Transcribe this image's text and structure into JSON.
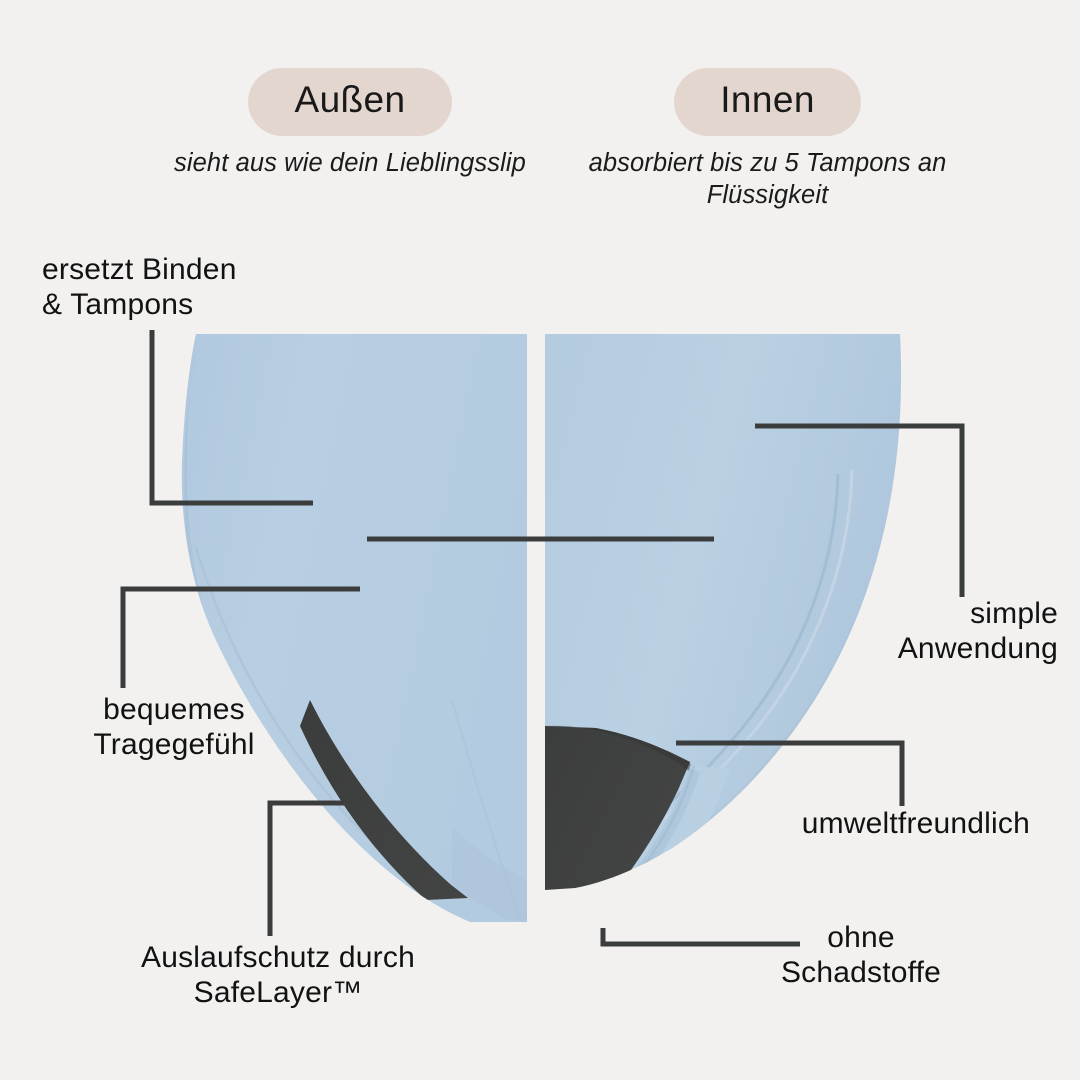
{
  "meta": {
    "background_color": "#f2f1ef",
    "fabric_color": "#b6cde1",
    "gusset_color": "#3f4040",
    "badge_color": "#e3d6cf",
    "text_color": "#121212",
    "leader_color": "#3b3c3c"
  },
  "badges": {
    "outer": {
      "pill_label": "Außen",
      "subtitle": "sieht aus wie dein\nLieblingsslip"
    },
    "inner": {
      "pill_label": "Innen",
      "subtitle": "absorbiert bis zu 5\nTampons an Flüssigkeit"
    }
  },
  "callouts": {
    "replaces": "ersetzt Binden\n& Tampons",
    "comfort": "bequemes\nTragegefühl",
    "leak_protection": "Auslaufschutz durch\nSafeLayer™",
    "simple_use": "simple\nAnwendung",
    "eco_friendly": "umweltfreundlich",
    "no_toxins": "ohne\nSchadstoffe"
  }
}
